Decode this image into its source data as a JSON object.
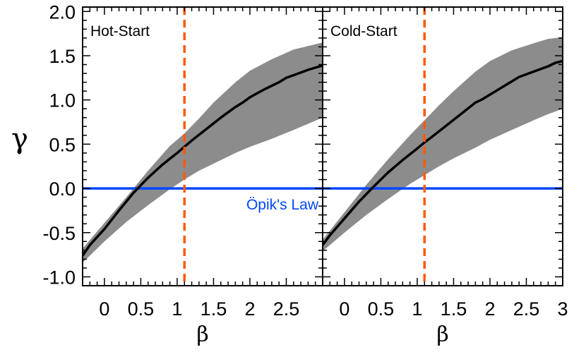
{
  "chart_data": {
    "type": "line",
    "ylabel": "γ",
    "ylim": [
      -1.1,
      2.05
    ],
    "yticks": [
      "2.0",
      "1.5",
      "1.0",
      "0.5",
      "0.0",
      "-0.5",
      "-1.0"
    ],
    "colors": {
      "band": "#8c8c8c",
      "median": "#000000",
      "opik": "#0047ff",
      "dashed": "#ff5a0a"
    },
    "grid": false,
    "panels": [
      {
        "title": "Hot-Start",
        "xlabel": "β",
        "xlim": [
          -0.3,
          3.0
        ],
        "xticks": [
          "0",
          "0.5",
          "1",
          "1.5",
          "2",
          "2.5"
        ],
        "vline_x": 1.1,
        "hline_y": 0.0,
        "hline_label": "Öpik's Law",
        "series": [
          {
            "type": "line",
            "x": [
              -0.3,
              -0.2,
              0.0,
              0.2,
              0.4,
              0.6,
              0.8,
              1.0,
              1.1,
              1.2,
              1.4,
              1.6,
              1.8,
              1.9,
              2.0,
              2.2,
              2.4,
              2.5,
              2.6,
              2.8,
              3.0
            ],
            "y": [
              -0.76,
              -0.64,
              -0.46,
              -0.25,
              -0.05,
              0.12,
              0.27,
              0.4,
              0.47,
              0.54,
              0.67,
              0.8,
              0.92,
              0.97,
              1.03,
              1.12,
              1.2,
              1.25,
              1.28,
              1.34,
              1.39
            ]
          },
          {
            "type": "area-band",
            "x": [
              -0.3,
              0.0,
              0.3,
              0.6,
              0.9,
              1.1,
              1.3,
              1.5,
              1.8,
              2.0,
              2.3,
              2.6,
              3.0
            ],
            "lower": [
              -0.84,
              -0.6,
              -0.38,
              -0.19,
              -0.01,
              0.1,
              0.2,
              0.28,
              0.4,
              0.47,
              0.56,
              0.66,
              0.8
            ],
            "upper": [
              -0.68,
              -0.39,
              -0.1,
              0.2,
              0.48,
              0.62,
              0.79,
              0.97,
              1.2,
              1.33,
              1.46,
              1.57,
              1.65
            ]
          }
        ]
      },
      {
        "title": "Cold-Start",
        "xlabel": "β",
        "xlim": [
          -0.3,
          3.0
        ],
        "xticks": [
          "0",
          "0.5",
          "1",
          "1.5",
          "2",
          "2.5",
          "3"
        ],
        "vline_x": 1.1,
        "hline_y": 0.0,
        "series": [
          {
            "type": "line",
            "x": [
              -0.3,
              -0.2,
              0.0,
              0.2,
              0.4,
              0.6,
              0.8,
              1.0,
              1.1,
              1.2,
              1.4,
              1.6,
              1.8,
              1.9,
              2.0,
              2.2,
              2.4,
              2.6,
              2.8,
              2.9,
              3.0
            ],
            "y": [
              -0.64,
              -0.53,
              -0.34,
              -0.15,
              0.02,
              0.18,
              0.32,
              0.45,
              0.52,
              0.58,
              0.71,
              0.84,
              0.97,
              1.01,
              1.06,
              1.16,
              1.26,
              1.32,
              1.38,
              1.42,
              1.44
            ]
          },
          {
            "type": "area-band",
            "x": [
              -0.3,
              0.0,
              0.3,
              0.6,
              0.9,
              1.1,
              1.3,
              1.5,
              1.8,
              2.0,
              2.3,
              2.6,
              2.8,
              3.0
            ],
            "lower": [
              -0.71,
              -0.5,
              -0.3,
              -0.12,
              0.05,
              0.15,
              0.25,
              0.34,
              0.46,
              0.55,
              0.66,
              0.77,
              0.84,
              0.9
            ],
            "upper": [
              -0.58,
              -0.27,
              0.04,
              0.33,
              0.6,
              0.77,
              0.94,
              1.1,
              1.32,
              1.44,
              1.56,
              1.64,
              1.69,
              1.71
            ]
          }
        ]
      }
    ]
  }
}
